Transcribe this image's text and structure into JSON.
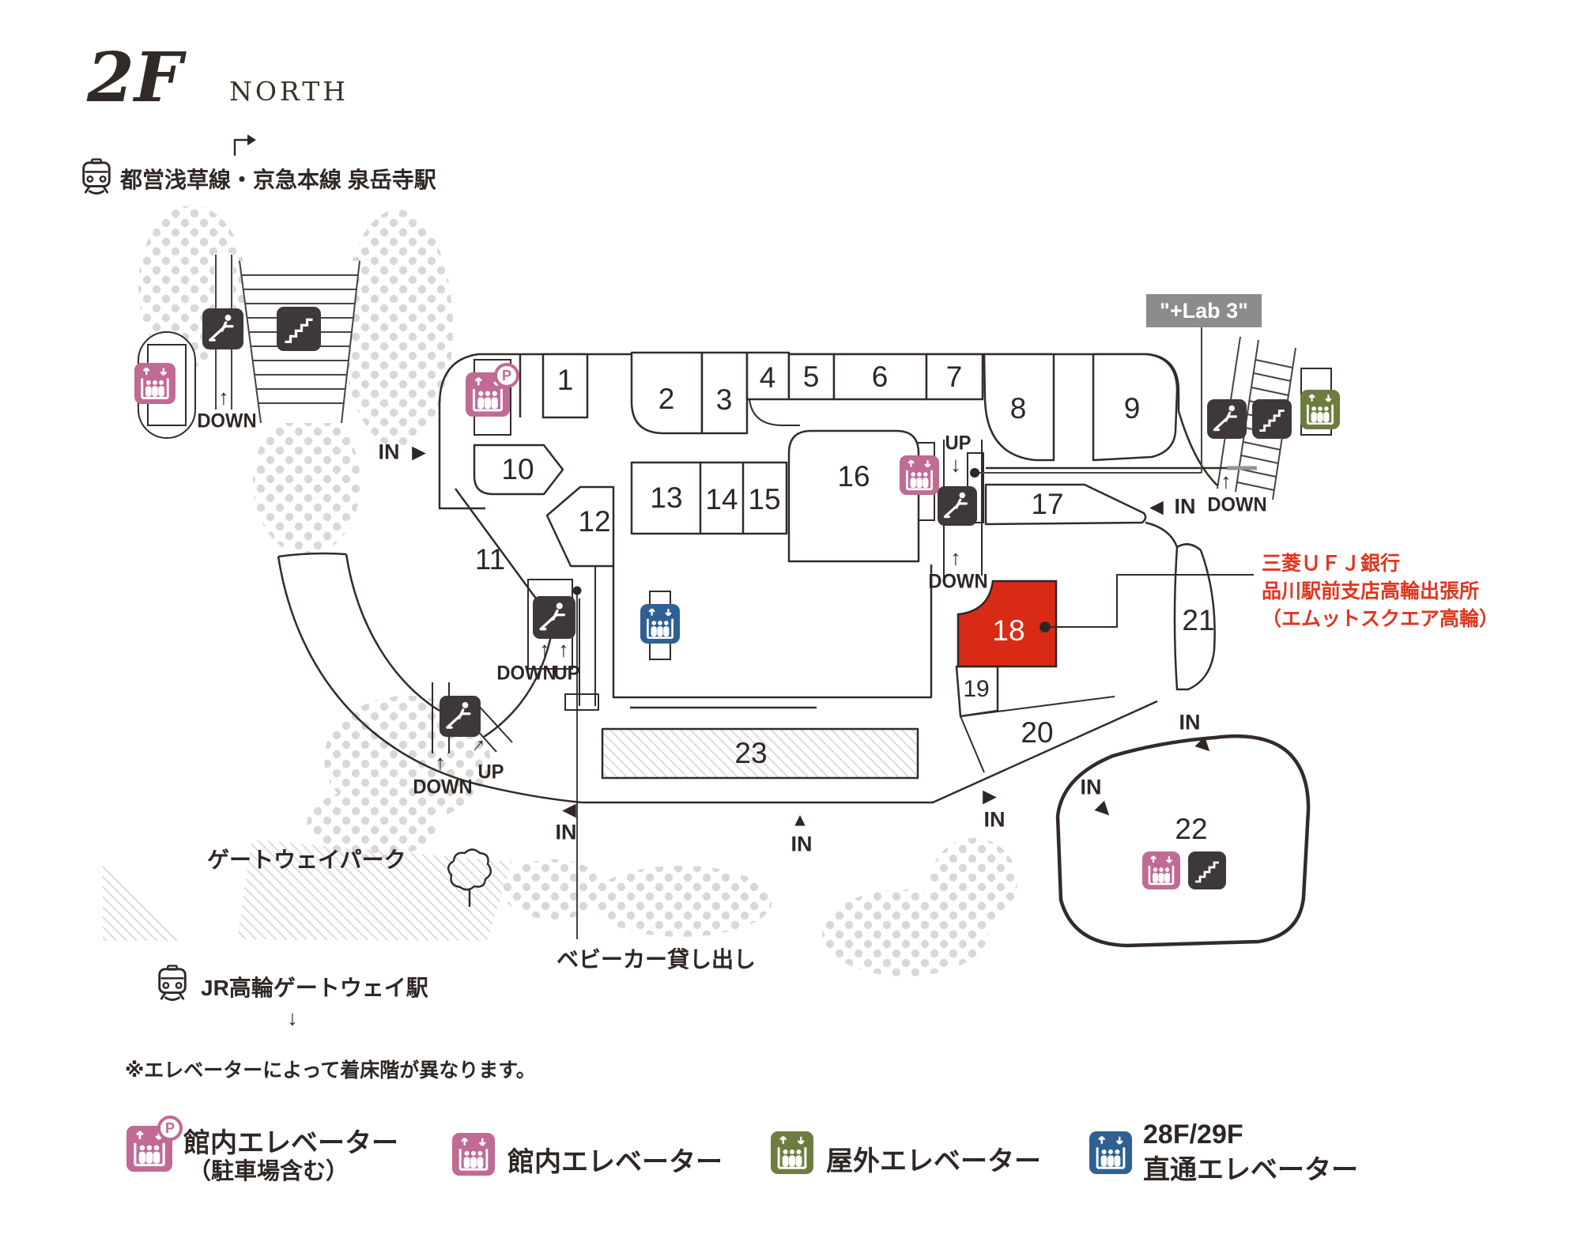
{
  "header": {
    "floor": "2F",
    "compass": "NORTH"
  },
  "stations": {
    "sengakuji": "都営浅草線・京急本線 泉岳寺駅",
    "jr_takanawa": "JR高輪ゲートウェイ駅"
  },
  "labels": {
    "lab3": "\"+Lab 3\"",
    "bank": [
      "三菱ＵＦＪ銀行",
      "品川駅前支店高輪出張所",
      "（エムットスクエア高輪）"
    ],
    "gateway_park": "ゲートウェイパーク",
    "stroller_rental": "ベビーカー貸し出し",
    "elevator_note": "※エレベーターによって着床階が異なります。"
  },
  "markers": {
    "in": "IN",
    "up": "UP",
    "down": "DOWN"
  },
  "icons": {
    "up_arrow": "↑",
    "down_arrow": "↓",
    "tri_right": "▶",
    "tri_left": "◀",
    "tri_up": "▲"
  },
  "rooms": [
    "1",
    "2",
    "3",
    "4",
    "5",
    "6",
    "7",
    "8",
    "9",
    "10",
    "11",
    "12",
    "13",
    "14",
    "15",
    "16",
    "17",
    "18",
    "19",
    "20",
    "21",
    "22",
    "23"
  ],
  "legend": [
    {
      "label": "館内エレベーター",
      "sublabel": "（駐車場含む）",
      "icon": "elevator-parking-icon",
      "color": "#c06a94"
    },
    {
      "label": "館内エレベーター",
      "sublabel": "",
      "icon": "indoor-elevator-icon",
      "color": "#c06a94"
    },
    {
      "label": "屋外エレベーター",
      "sublabel": "",
      "icon": "outdoor-elevator-icon",
      "color": "#6d7d3f"
    },
    {
      "label": "28F/29F",
      "sublabel": "直通エレベーター",
      "icon": "direct-elevator-icon",
      "color": "#2e6094"
    }
  ],
  "colors": {
    "pink": "#c06a94",
    "green": "#6d7d3f",
    "blue": "#2e6094",
    "dark_icon": "#3e3839",
    "red_room": "#d92a15",
    "red_text": "#e0361f",
    "gray_label": "#8c8c8c",
    "line": "#332b28"
  }
}
